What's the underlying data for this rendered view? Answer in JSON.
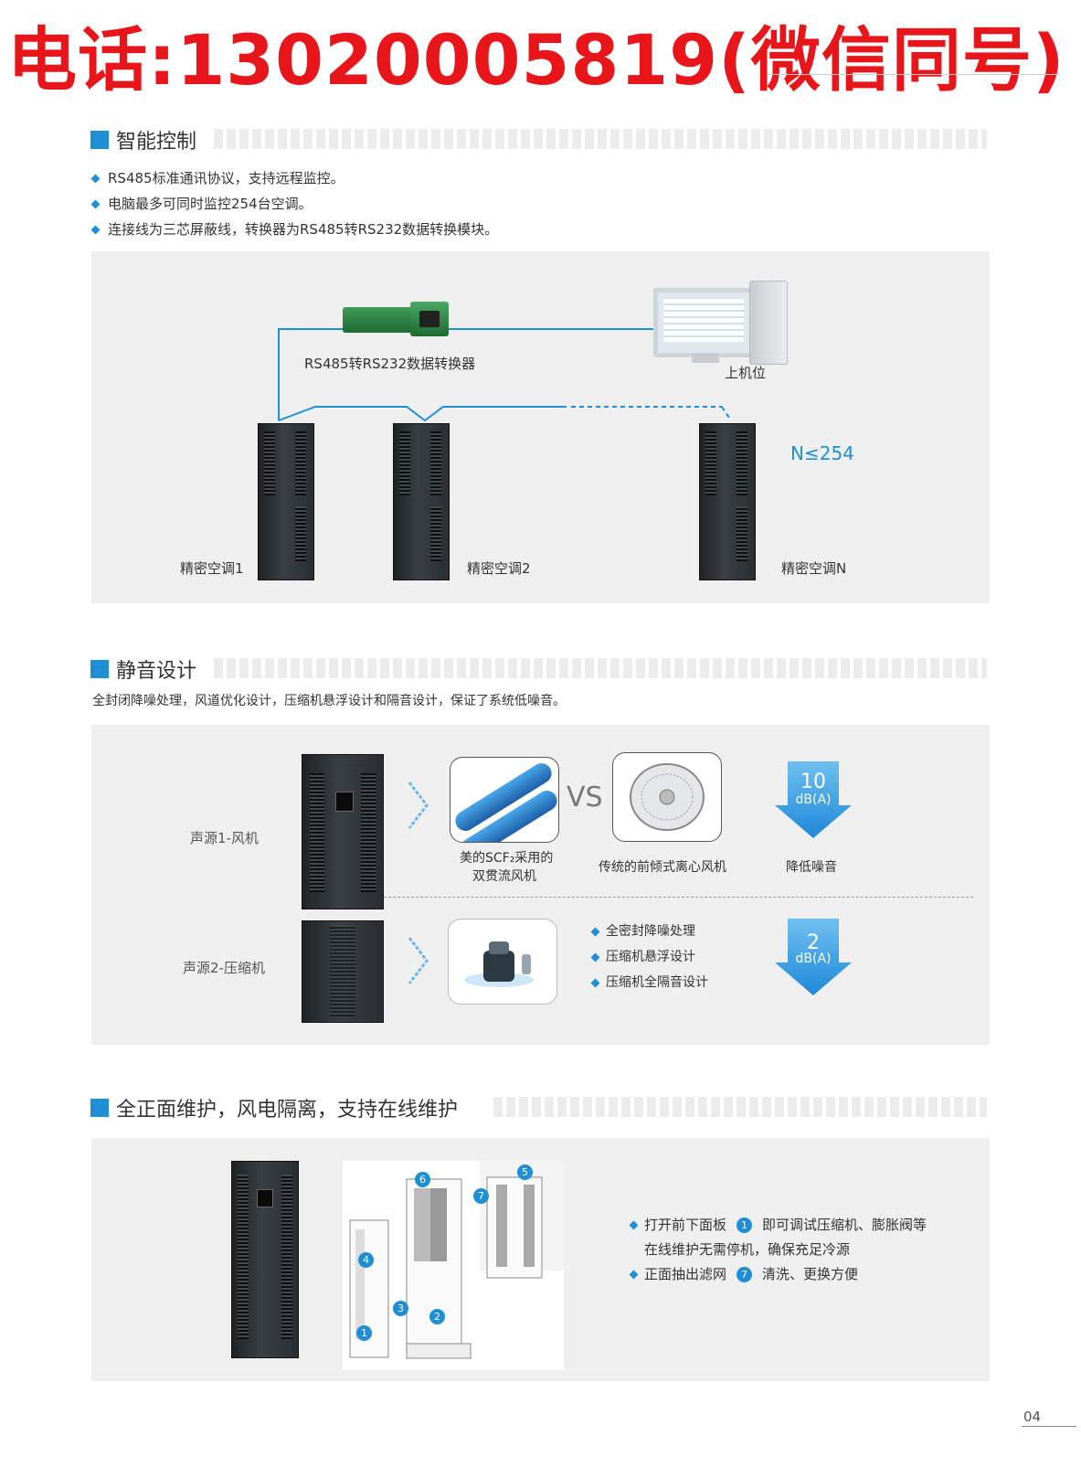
{
  "banner": {
    "text": "电话:13020005819(微信同号)"
  },
  "header_ghost": "",
  "section1": {
    "title": "智能控制",
    "bullets": [
      "RS485标准通讯协议，支持远程监控。",
      "电脑最多可同时监控254台空调。",
      "连接线为三芯屏蔽线，转换器为RS485转RS232数据转换模块。"
    ],
    "converter_label": "RS485转RS232数据转换器",
    "computer_label": "上机位",
    "n_label": "N≤254",
    "unit_labels": [
      "精密空调1",
      "精密空调2",
      "精密空调N"
    ]
  },
  "section2": {
    "title": "静音设计",
    "desc": "全封闭降噪处理，风道优化设计，压缩机悬浮设计和隔音设计，保证了系统低噪音。",
    "source1": "声源1-风机",
    "source2": "声源2-压缩机",
    "vs": "VS",
    "fan_a_label_1": "美的SCF₂采用的",
    "fan_a_label_2": "双贯流风机",
    "fan_b_label": "传统的前倾式离心风机",
    "reduce_label": "降低噪音",
    "db1_value": "10",
    "db1_unit": "dB(A)",
    "db2_value": "2",
    "db2_unit": "dB(A)",
    "comp_points": [
      "全密封降噪处理",
      "压缩机悬浮设计",
      "压缩机全隔音设计"
    ]
  },
  "section3": {
    "title": "全正面维护，风电隔离，支持在线维护",
    "line1_a": "打开前下面板",
    "line1_num": "1",
    "line1_b": "即可调试压缩机、膨胀阀等",
    "line2": "在线维护无需停机，确保充足冷源",
    "line3_a": "正面抽出滤网",
    "line3_num": "7",
    "line3_b": "清洗、更换方便",
    "callouts": [
      "6",
      "5",
      "7",
      "4",
      "3",
      "2",
      "1"
    ]
  },
  "page_number": "04",
  "colors": {
    "accent": "#1e8fd5",
    "banner": "#e8161b",
    "panel": "#efefef"
  }
}
